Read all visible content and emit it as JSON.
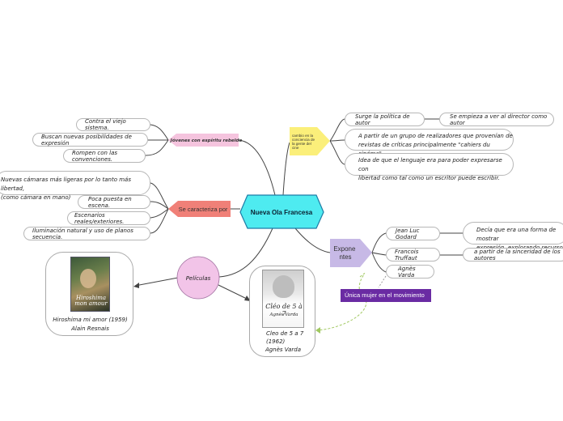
{
  "center": {
    "label": "Nueva Ola Francesa"
  },
  "jovenes": {
    "label": "Jóvenes con  espíritu rebelde",
    "items": [
      "Contra el viejo sistema.",
      "Buscan nuevas posibilidades  de expresión",
      "Rompen con las convenciones."
    ]
  },
  "caracteriza": {
    "label": "Se caracteriza por",
    "items": [
      "Nuevas cámaras más ligeras por lo tanto más libertad,",
      "(como cámara en mano)",
      "Poca puesta en escena.",
      "Escenarios reales/exteriores.",
      "Iluminación natural y uso de planos secuencia."
    ]
  },
  "cambio": {
    "lines": [
      "cambio en la",
      "conciencia de",
      "la gente del",
      "cine"
    ],
    "items": {
      "politica": "Surge la política de autor",
      "director": "Se empieza a ver al director como autor",
      "grupo_1": "A partir de un grupo de realizadores que provenían de",
      "grupo_2": "revistas de críticas principalmente \"cahiers du cinéma\"",
      "idea_1": "Idea de que el lenguaje era para poder expresarse con",
      "idea_2": "libertad como tal como un escritor puede escribir."
    }
  },
  "exponentes": {
    "label_1": "Expone",
    "label_2": "ntes",
    "godard": "Jean Luc Godard",
    "godard_note_1": "Decía que era una forma de mostrar",
    "godard_note_2": "expresión, explorando recursos del cine",
    "truffaut": "Francois Truffaut",
    "truffaut_note": "a partir de la sinceridad de los autores",
    "varda": "Agnès Varda",
    "tag": "Única mujer en el movimiento"
  },
  "peliculas": {
    "label": "Películas",
    "hiroshima": {
      "title": "Hiroshima mi amor (1959)",
      "director": "Alain Resnais",
      "poster_text": "Hiroshima mon amour"
    },
    "cleo": {
      "title_1": "Cleo de 5 a 7",
      "title_2": "(1962)",
      "director": "Agnès Varda",
      "poster_text_1": "Cléo de 5 à 7",
      "poster_text_2": "Agnès Varda"
    }
  },
  "colors": {
    "center": "#4eebf0",
    "jovenes": "#f5c4de",
    "caracteriza": "#f08078",
    "cambio": "#fbef7a",
    "exponentes": "#c7b9e6",
    "peliculas": "#f2c4e8",
    "tag": "#6a2ba3"
  }
}
